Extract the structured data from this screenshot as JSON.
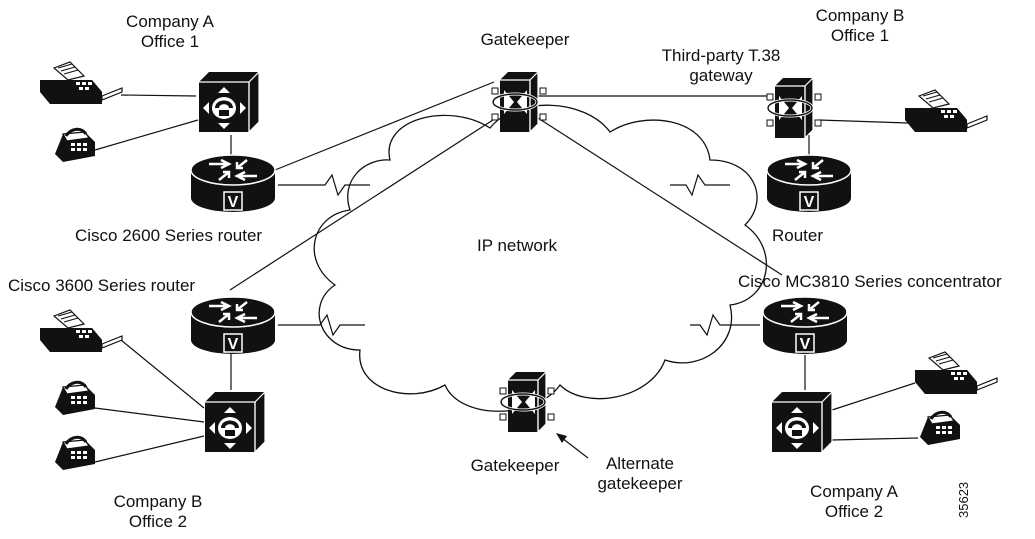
{
  "labels": {
    "company_a_office1": [
      "Company A",
      "Office 1"
    ],
    "company_b_office1": [
      "Company B",
      "Office 1"
    ],
    "company_b_office2": [
      "Company B",
      "Office 2"
    ],
    "company_a_office2": [
      "Company A",
      "Office 2"
    ],
    "gatekeeper_top": "Gatekeeper",
    "gatekeeper_bottom": "Gatekeeper",
    "third_party": [
      "Third-party T.38",
      "gateway"
    ],
    "cisco_2600": "Cisco 2600 Series router",
    "cisco_3600": "Cisco 3600 Series router",
    "ip_network": "IP network",
    "router": "Router",
    "mc3810": "Cisco MC3810 Series concentrator",
    "alternate_gk": [
      "Alternate",
      "gatekeeper"
    ]
  },
  "figure_number": "35623",
  "router_badge": "V"
}
